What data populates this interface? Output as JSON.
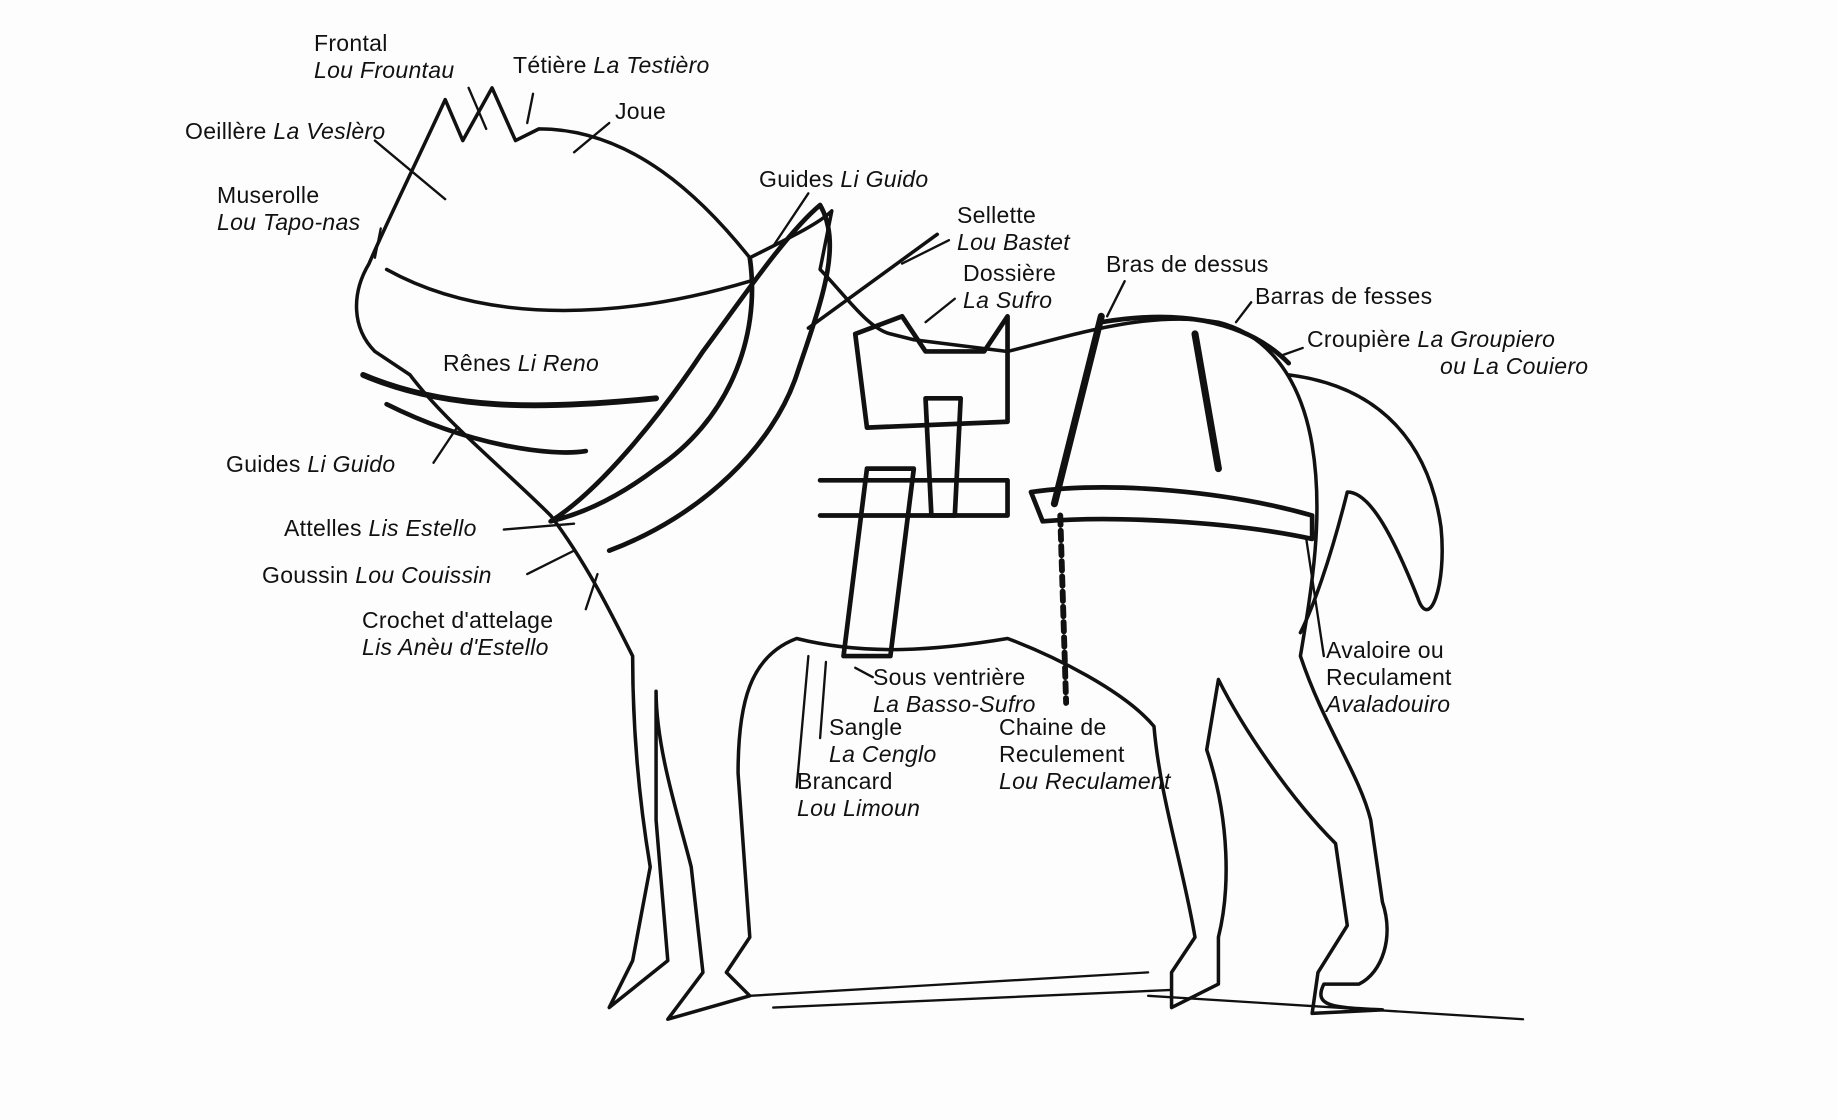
{
  "labels": {
    "frontal": {
      "fr": "Frontal",
      "oc": "Lou Frountau"
    },
    "tetiere": {
      "fr": "Tétière",
      "oc": "La Testièro"
    },
    "oeillere": {
      "fr": "Oeillère",
      "oc": "La Veslèro"
    },
    "joue": {
      "fr": "Joue"
    },
    "muserolle": {
      "fr": "Muserolle",
      "oc": "Lou Tapo-nas"
    },
    "guides_top": {
      "fr": "Guides",
      "oc": "Li Guido"
    },
    "sellette": {
      "fr": "Sellette",
      "oc": "Lou Bastet"
    },
    "dossiere": {
      "fr": "Dossière",
      "oc": "La Sufro"
    },
    "bras_dessus": {
      "fr": "Bras de dessus"
    },
    "barras_fesses": {
      "fr": "Barras de fesses"
    },
    "croupiere": {
      "fr": "Croupière",
      "oc": "La Groupiero",
      "oc2": "ou La Couiero"
    },
    "renes": {
      "fr": "Rênes",
      "oc": "Li Reno"
    },
    "guides_left": {
      "fr": "Guides",
      "oc": "Li Guido"
    },
    "attelles": {
      "fr": "Attelles",
      "oc": "Lis Estello"
    },
    "goussin": {
      "fr": "Goussin",
      "oc": "Lou Couissin"
    },
    "crochet": {
      "fr": "Crochet d'attelage",
      "oc": "Lis Anèu d'Estello"
    },
    "sous_ventriere": {
      "fr": "Sous ventrière",
      "oc": "La Basso-Sufro"
    },
    "sangle": {
      "fr": "Sangle",
      "oc": "La Cenglo"
    },
    "chaine": {
      "fr": "Chaine de",
      "fr2": "Reculement",
      "oc": "Lou Reculament"
    },
    "brancard": {
      "fr": "Brancard",
      "oc": "Lou Limoun"
    },
    "avaloire": {
      "fr": "Avaloire ou",
      "fr2": "Reculament",
      "oc": "Avaladouiro"
    }
  }
}
